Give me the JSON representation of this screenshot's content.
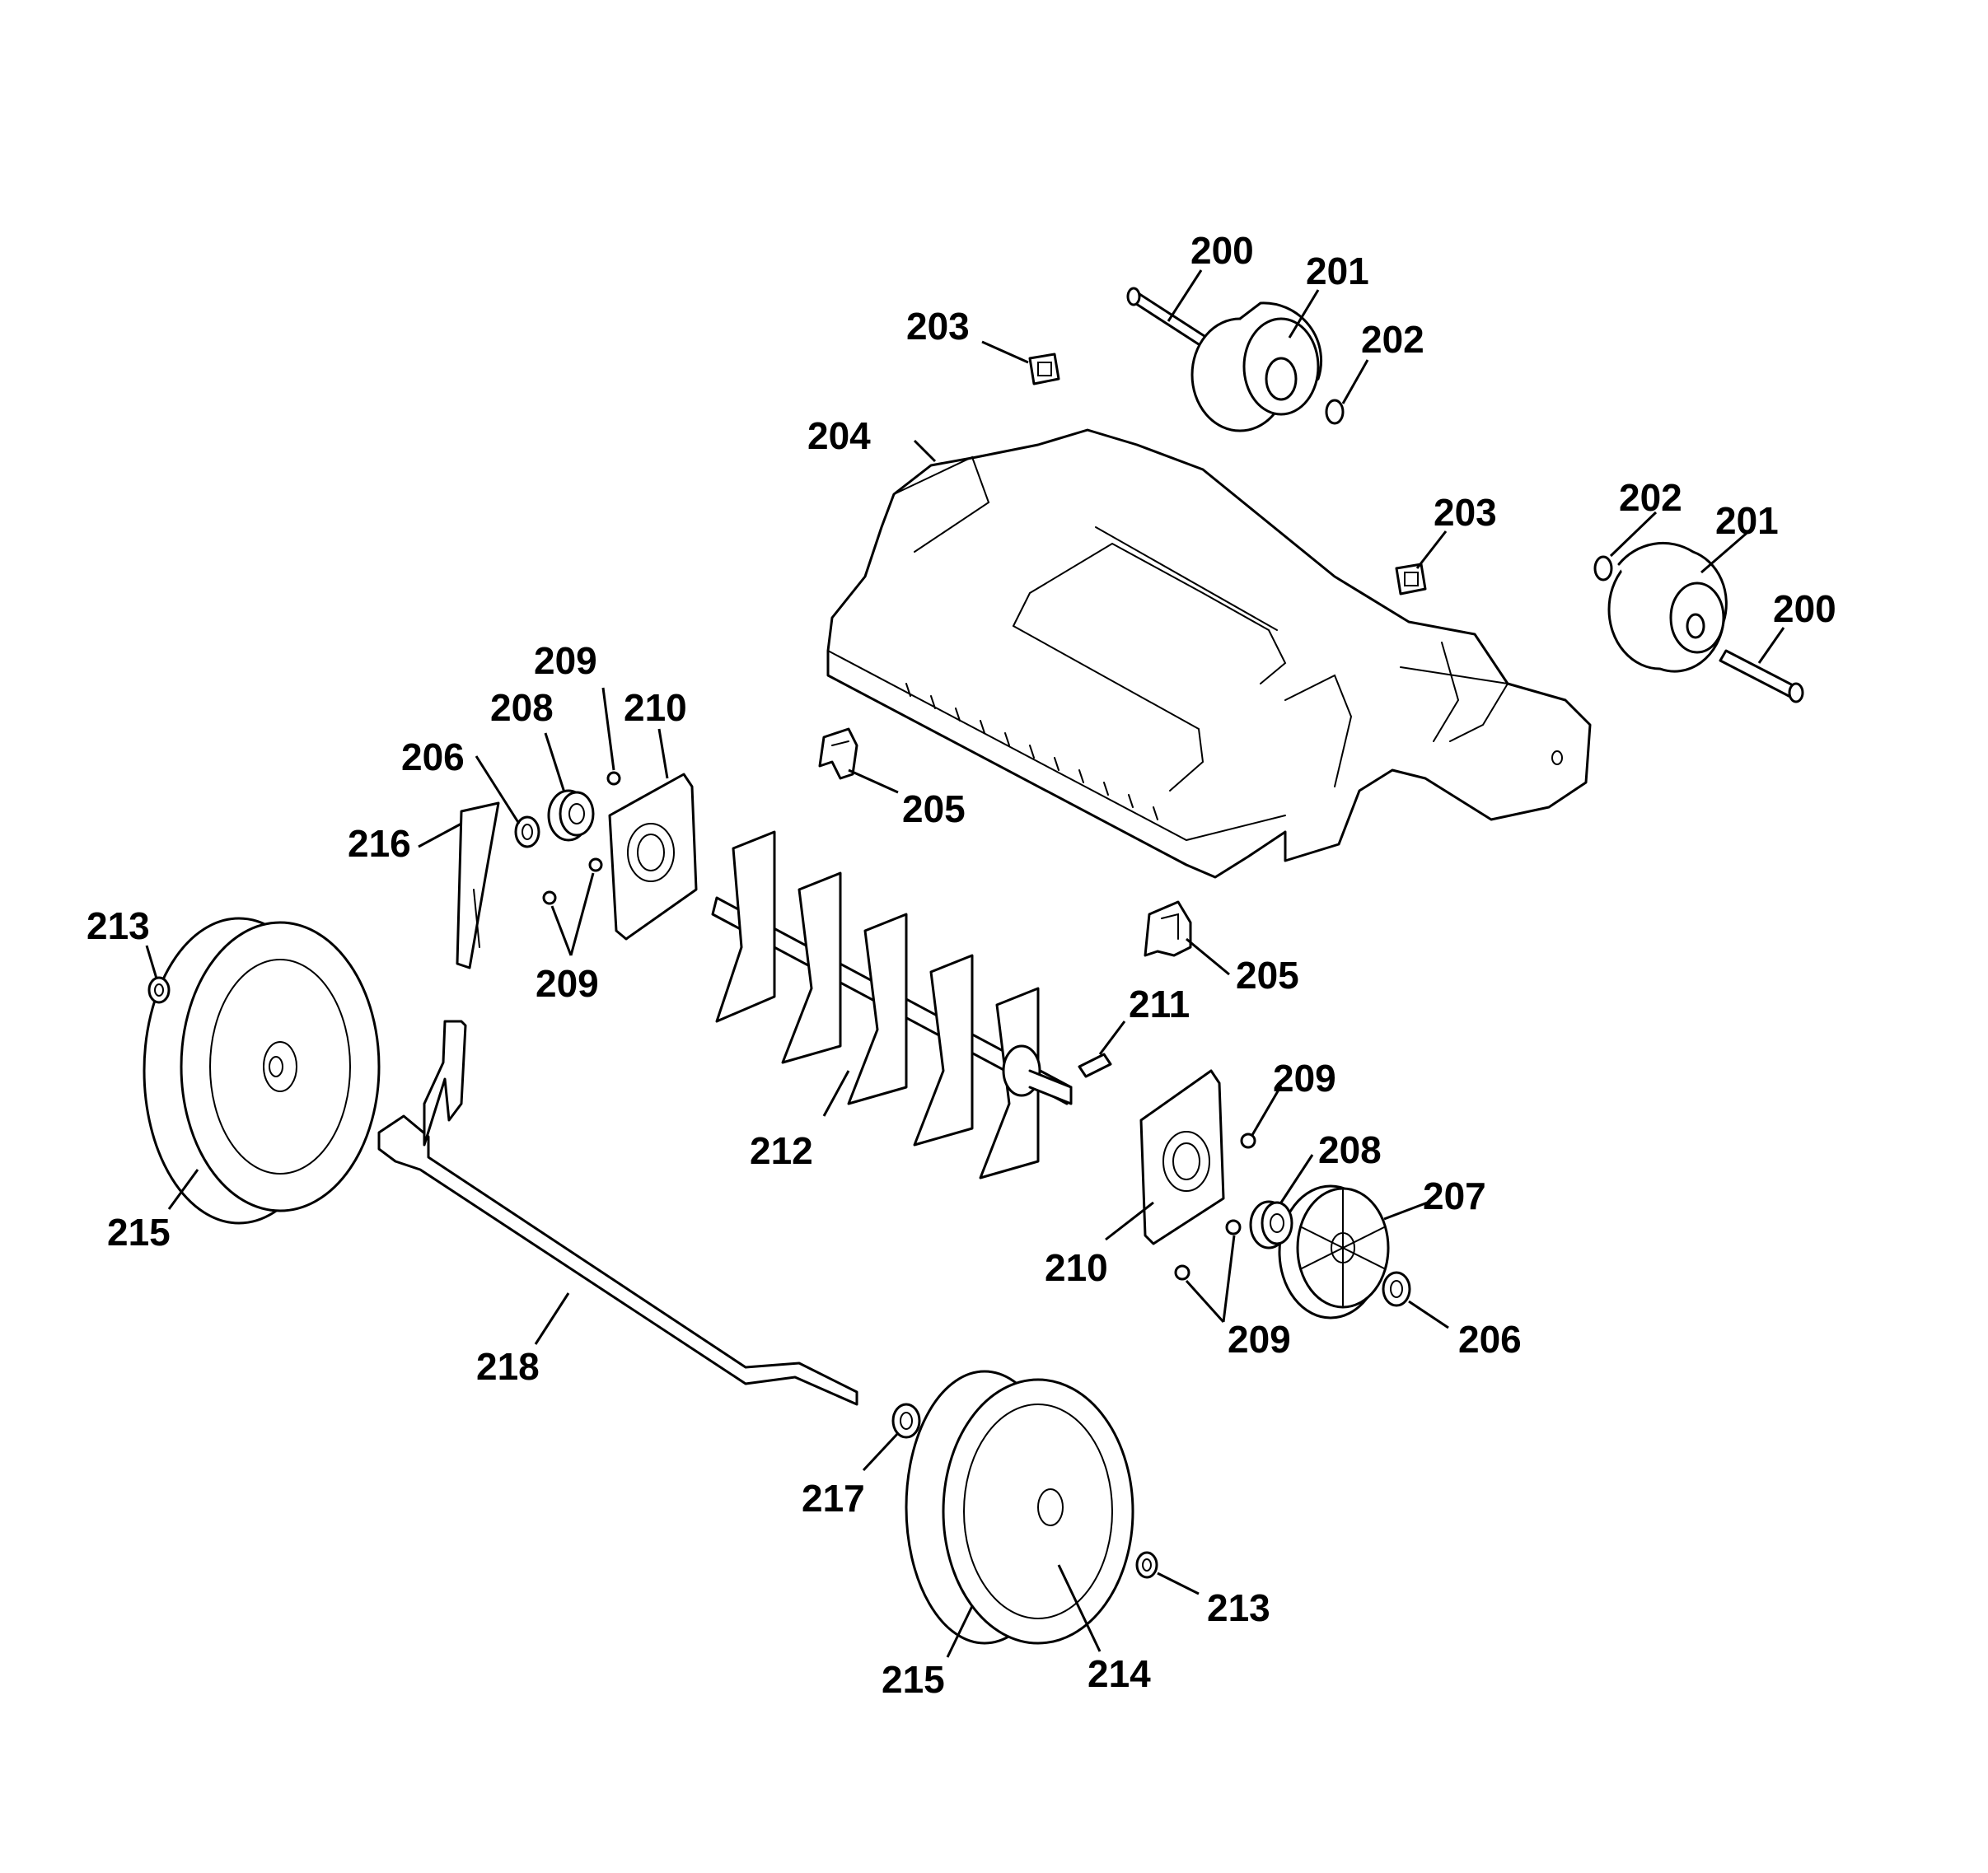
{
  "diagram": {
    "colors": {
      "line": "#000000",
      "background": "#ffffff"
    },
    "callouts": {
      "c200a": "200",
      "c201a": "201",
      "c202a": "202",
      "c203a": "203",
      "c204": "204",
      "c202b": "202",
      "c201b": "201",
      "c203b": "203",
      "c200b": "200",
      "c209a": "209",
      "c208a": "208",
      "c210a": "210",
      "c206a": "206",
      "c205a": "205",
      "c216": "216",
      "c213a": "213",
      "c209b": "209",
      "c205b": "205",
      "c211": "211",
      "c209c": "209",
      "c208b": "208",
      "c207": "207",
      "c212": "212",
      "c215a": "215",
      "c210b": "210",
      "c209d": "209",
      "c206b": "206",
      "c218": "218",
      "c217": "217",
      "c213b": "213",
      "c215b": "215",
      "c214": "214"
    }
  }
}
